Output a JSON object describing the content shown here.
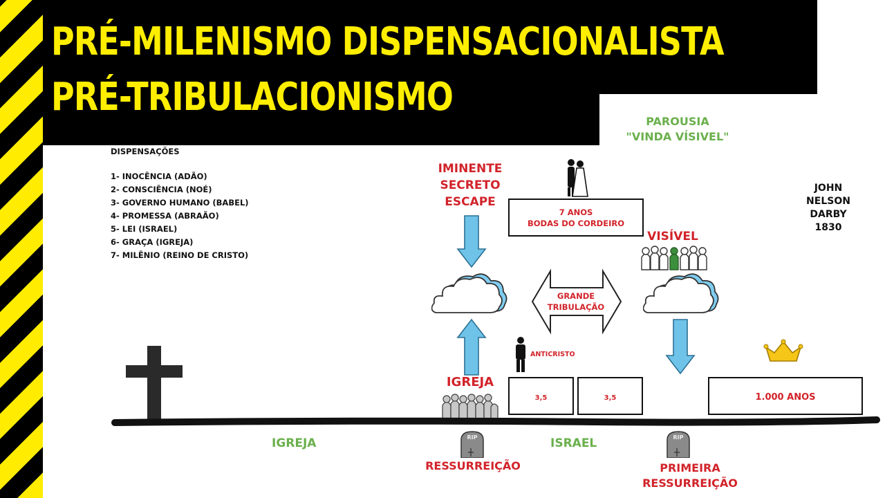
{
  "title": {
    "line1": "PRÉ-MILENISMO DISPENSACIONALISTA",
    "line2": "PRÉ-TRIBULACIONISMO"
  },
  "dispensations": {
    "heading": "DISPENSAÇÕES",
    "items": [
      "1- INOCÊNCIA (ADÃO)",
      "2- CONSCIÊNCIA (NOÉ)",
      "3- GOVERNO HUMANO (BABEL)",
      "4- PROMESSA (ABRAÃO)",
      "5- LEI (ISRAEL)",
      "6- GRAÇA (IGREJA)",
      "7- MILÊNIO (REINO DE CRISTO)"
    ]
  },
  "parousia": {
    "line1": "PAROUSIA",
    "line2": "\"VINDA VÍSIVEL\""
  },
  "rapture": {
    "line1": "IMINENTE",
    "line2": "SECRETO",
    "line3": "ESCAPE"
  },
  "wedding_box": {
    "line1": "7 ANOS",
    "line2": "BODAS DO CORDEIRO"
  },
  "author": {
    "line1": "JOHN",
    "line2": "NELSON",
    "line3": "DARBY",
    "line4": "1830"
  },
  "visible_label": "VISÍVEL",
  "tribulation": {
    "line1": "GRANDE",
    "line2": "TRIBULAÇÃO"
  },
  "antichrist_label": "ANTICRISTO",
  "church_label_upper": "IGREJA",
  "half_week_left": "3,5",
  "half_week_right": "3,5",
  "millennium_box": "1.000 ANOS",
  "church_label_lower": "IGREJA",
  "israel_label": "ISRAEL",
  "resurrection_label": "RESSURREIÇÃO",
  "first_resurrection": {
    "line1": "PRIMEIRA",
    "line2": "RESSURREIÇÃO"
  },
  "tombstone_text": "RIP",
  "colors": {
    "accent_yellow": "#ffee00",
    "red": "#d2232a",
    "green": "#6ab04c",
    "arrow_blue": "#6fc3e8"
  }
}
